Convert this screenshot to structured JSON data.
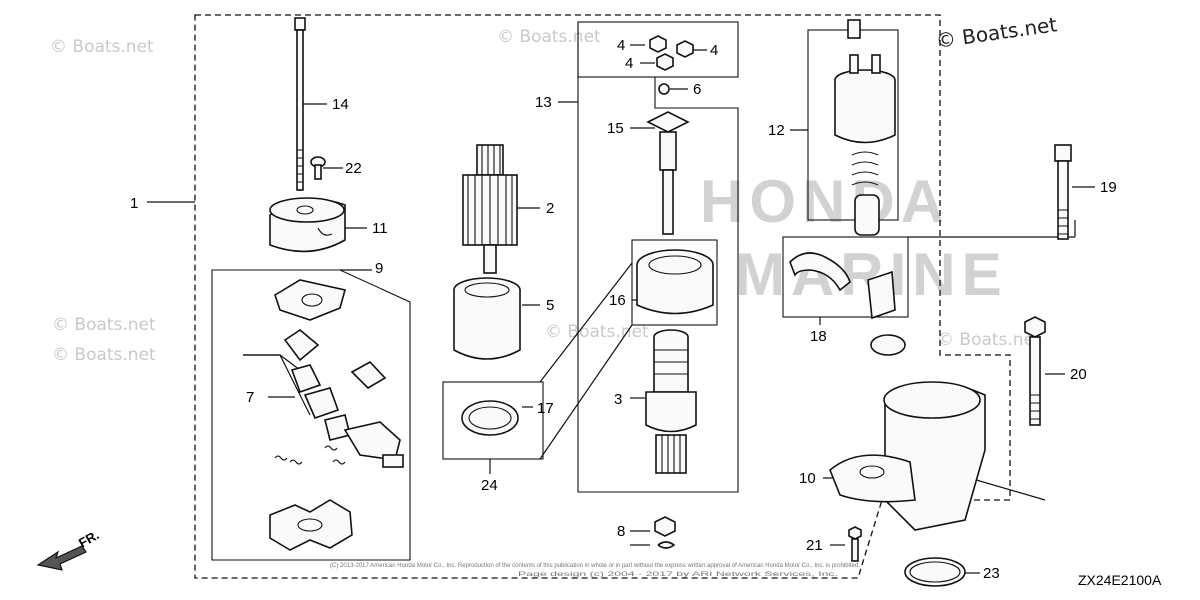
{
  "watermarks": [
    "© Boats.net",
    "© Boats.net",
    "© Boats.net",
    "© Boats.net",
    "© Boats.net",
    "© Boats.net",
    "© Boats.net"
  ],
  "brand_watermark": [
    "HONDA",
    "MARINE"
  ],
  "part_labels": {
    "p1": "1",
    "p2": "2",
    "p3": "3",
    "p4a": "4",
    "p4b": "4",
    "p4c": "4",
    "p5": "5",
    "p6": "6",
    "p7": "7",
    "p8": "8",
    "p9": "9",
    "p10": "10",
    "p11": "11",
    "p12": "12",
    "p13": "13",
    "p14": "14",
    "p15": "15",
    "p16": "16",
    "p17": "17",
    "p18": "18",
    "p19": "19",
    "p20": "20",
    "p21": "21",
    "p22": "22",
    "p23": "23",
    "p24": "24"
  },
  "direction_label": "FR.",
  "diagram_code": "ZX24E2100A",
  "copyright": [
    "(C) 2013-2017 American Honda Motor Co., Inc. Reproduction of the contents of this publication in whole or in part without the express written approval of American Honda Motor Co., Inc. is prohibited.",
    "Page design (c) 2004 - 2017 by ARI Network Services, Inc."
  ]
}
